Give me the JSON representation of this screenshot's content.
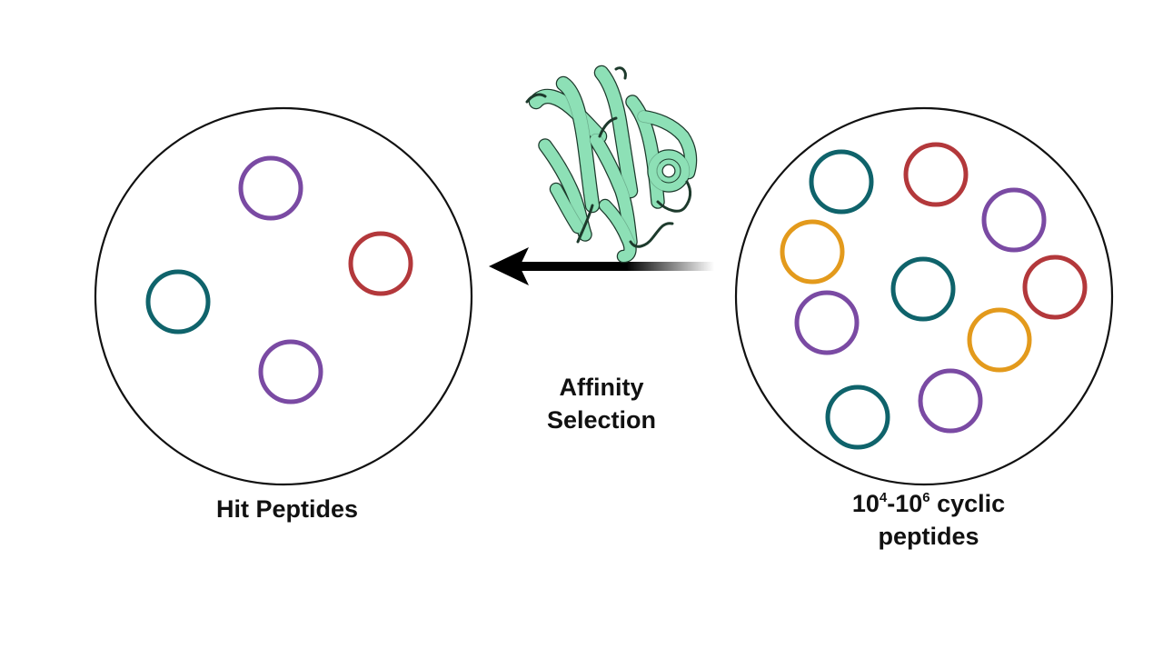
{
  "diagram": {
    "arrow_label_line1": "Affinity",
    "arrow_label_line2": "Selection",
    "left_pool": {
      "caption": "Hit Peptides",
      "peptide_colors": [
        "purple",
        "red",
        "teal",
        "purple"
      ]
    },
    "right_pool": {
      "caption_base1": "10",
      "caption_exp1": "4",
      "caption_mid": "-10",
      "caption_exp2": "6",
      "caption_tail": " cyclic",
      "caption_line2": "peptides",
      "peptide_colors": [
        "teal",
        "red",
        "purple",
        "orange",
        "teal",
        "red",
        "purple",
        "orange",
        "teal",
        "purple"
      ]
    },
    "target_protein": "protein-ribbon-icon",
    "colors": {
      "teal": "#0f636b",
      "red": "#b3383b",
      "purple": "#7a4aa3",
      "orange": "#e39a1c",
      "protein": "#8de0b6",
      "protein_edge": "#1d3a2c",
      "outline": "#111111"
    }
  }
}
